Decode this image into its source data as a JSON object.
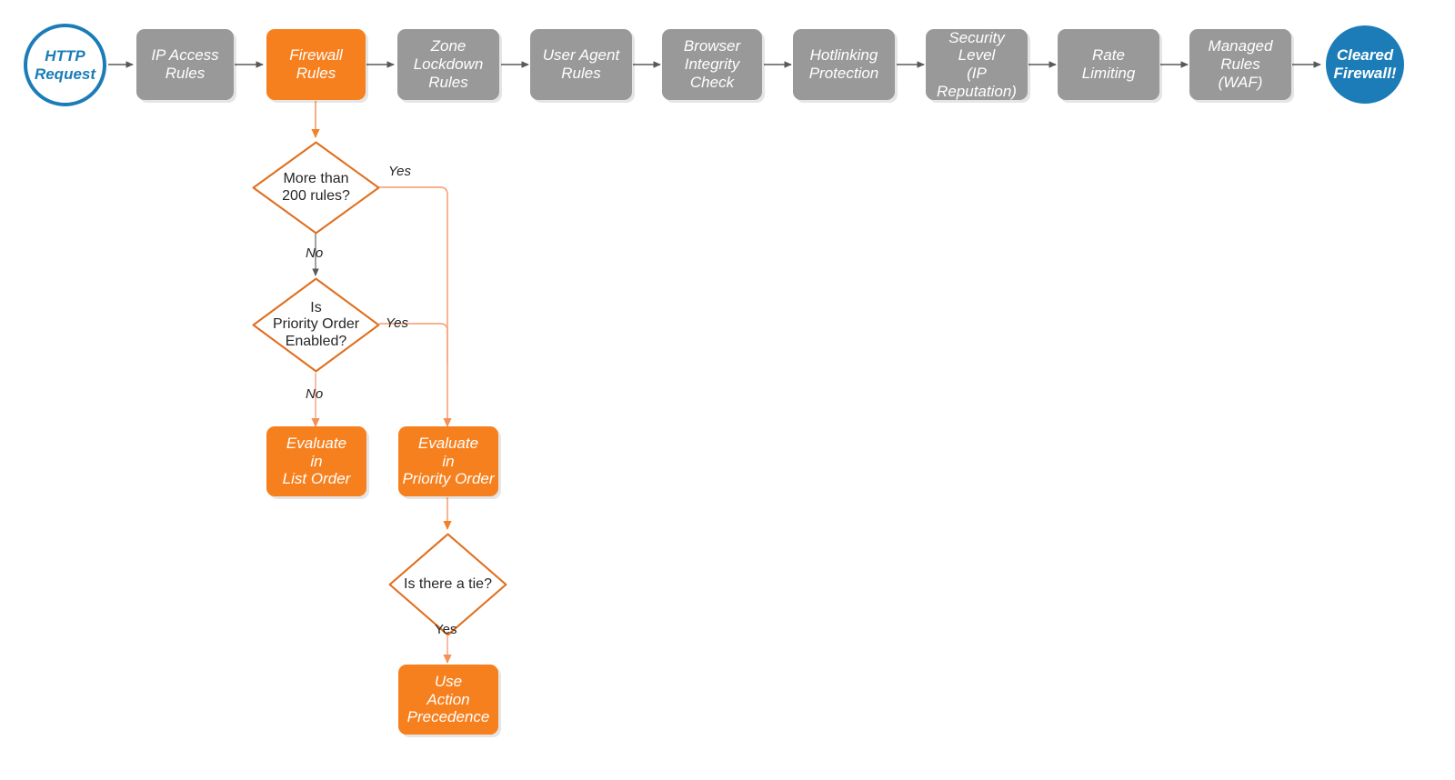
{
  "diagram": {
    "title": "Cloudflare HTTP Request Firewall Evaluation Order",
    "colors": {
      "gray_node": "#999999",
      "orange_node": "#f7801e",
      "blue_node": "#1b7cb8",
      "gray_arrow": "#595959",
      "orange_arrow": "#f7914a",
      "diamond_stroke": "#e07020",
      "text_light": "#ffffff",
      "text_dark": "#262626"
    }
  },
  "pipeline": {
    "start": {
      "label": "HTTP Request",
      "shape": "circle-open",
      "color": "#1b7cb8"
    },
    "steps": [
      {
        "label": "IP Access Rules",
        "shape": "rounded-rect",
        "color": "#999999",
        "highlight": false
      },
      {
        "label": "Firewall Rules",
        "shape": "rounded-rect",
        "color": "#f7801e",
        "highlight": true
      },
      {
        "label": "Zone Lockdown Rules",
        "shape": "rounded-rect",
        "color": "#999999",
        "highlight": false
      },
      {
        "label": "User Agent Rules",
        "shape": "rounded-rect",
        "color": "#999999",
        "highlight": false
      },
      {
        "label": "Browser Integrity Check",
        "shape": "rounded-rect",
        "color": "#999999",
        "highlight": false
      },
      {
        "label": "Hotlinking Protection",
        "shape": "rounded-rect",
        "color": "#999999",
        "highlight": false
      },
      {
        "label": "Security Level (IP Reputation)",
        "shape": "rounded-rect",
        "color": "#999999",
        "highlight": false
      },
      {
        "label": "Rate Limiting",
        "shape": "rounded-rect",
        "color": "#999999",
        "highlight": false
      },
      {
        "label": "Managed Rules (WAF)",
        "shape": "rounded-rect",
        "color": "#999999",
        "highlight": false
      }
    ],
    "end": {
      "label": "Cleared Firewall!",
      "shape": "circle-filled",
      "color": "#1b7cb8"
    }
  },
  "step_lines": {
    "ip_access_rules": [
      "IP Access",
      "Rules"
    ],
    "firewall_rules": [
      "Firewall",
      "Rules"
    ],
    "zone_lockdown_rules": [
      "Zone",
      "Lockdown",
      "Rules"
    ],
    "user_agent_rules": [
      "User Agent",
      "Rules"
    ],
    "browser_integrity_check": [
      "Browser",
      "Integrity",
      "Check"
    ],
    "hotlinking_protection": [
      "Hotlinking",
      "Protection"
    ],
    "security_level": [
      "Security",
      "Level",
      "(IP Reputation)"
    ],
    "rate_limiting": [
      "Rate",
      "Limiting"
    ],
    "managed_rules_waf": [
      "Managed",
      "Rules",
      "(WAF)"
    ],
    "http_request": [
      "HTTP",
      "Request"
    ],
    "cleared_firewall": [
      "Cleared",
      "Firewall!"
    ]
  },
  "branch": {
    "decisions": [
      {
        "id": "more-than-200-rules",
        "label": "More than 200 rules?",
        "lines": [
          "More than",
          "200 rules?"
        ],
        "outcomes": [
          {
            "label": "Yes",
            "target": "evaluate-in-priority-order"
          },
          {
            "label": "No",
            "target": "is-priority-order-enabled"
          }
        ]
      },
      {
        "id": "is-priority-order-enabled",
        "label": "Is Priority Order Enabled?",
        "lines": [
          "Is",
          "Priority Order",
          "Enabled?"
        ],
        "outcomes": [
          {
            "label": "Yes",
            "target": "evaluate-in-priority-order"
          },
          {
            "label": "No",
            "target": "evaluate-in-list-order"
          }
        ]
      },
      {
        "id": "is-there-a-tie",
        "label": "Is there a tie?",
        "lines": [
          "Is there a tie?"
        ],
        "outcomes": [
          {
            "label": "Yes",
            "target": "use-action-precedence"
          }
        ]
      }
    ],
    "results": [
      {
        "id": "evaluate-in-list-order",
        "label": "Evaluate in List Order",
        "lines": [
          "Evaluate",
          "in",
          "List Order"
        ],
        "color": "#f7801e"
      },
      {
        "id": "evaluate-in-priority-order",
        "label": "Evaluate in Priority Order",
        "lines": [
          "Evaluate",
          "in",
          "Priority Order"
        ],
        "color": "#f7801e"
      },
      {
        "id": "use-action-precedence",
        "label": "Use Action Precedence",
        "lines": [
          "Use",
          "Action",
          "Precedence"
        ],
        "color": "#f7801e"
      }
    ],
    "edge_labels": {
      "yes_200": "Yes",
      "no_200": "No",
      "yes_priority": "Yes",
      "no_priority": "No",
      "yes_tie": "Yes"
    }
  }
}
